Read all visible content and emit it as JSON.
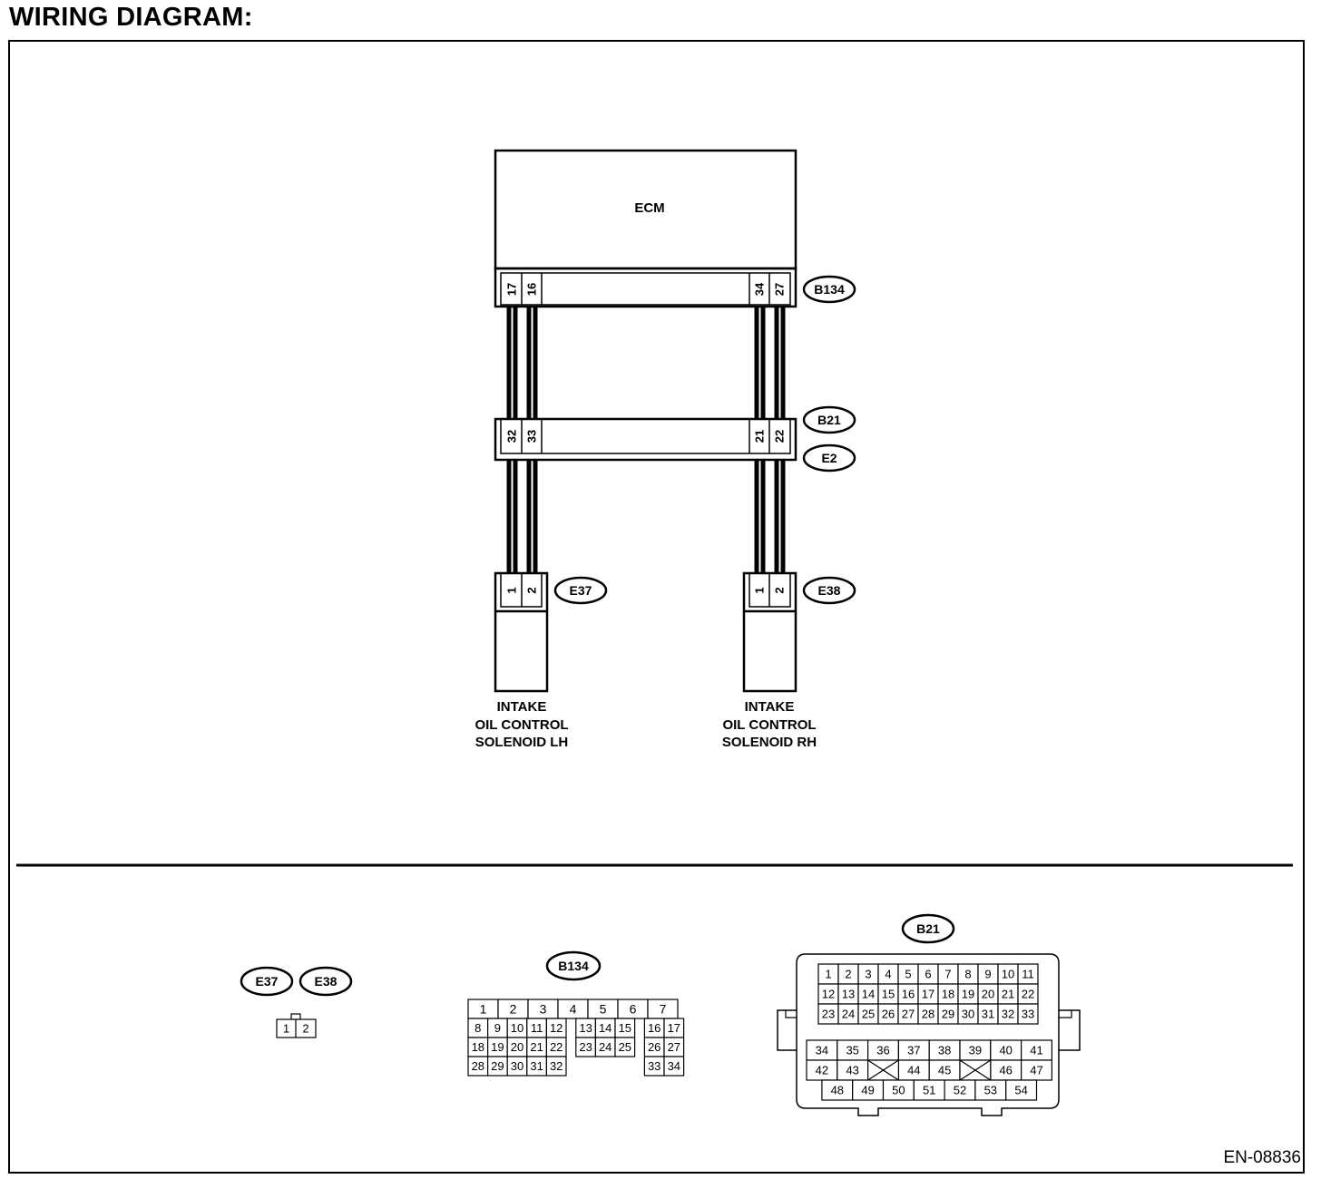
{
  "title": "WIRING DIAGRAM:",
  "doc_code": "EN-08836",
  "ecm": {
    "label": "ECM",
    "connector": "B134",
    "pins": [
      "17",
      "16",
      "34",
      "27"
    ]
  },
  "intermediate": {
    "connector_upper": "B21",
    "connector_lower": "E2",
    "pins": [
      "32",
      "33",
      "21",
      "22"
    ]
  },
  "solenoid_lh": {
    "connector": "E37",
    "pins": [
      "1",
      "2"
    ],
    "label_lines": [
      "INTAKE",
      "OIL CONTROL",
      "SOLENOID LH"
    ]
  },
  "solenoid_rh": {
    "connector": "E38",
    "pins": [
      "1",
      "2"
    ],
    "label_lines": [
      "INTAKE",
      "OIL CONTROL",
      "SOLENOID RH"
    ]
  },
  "connector_views": {
    "e37_e38": {
      "labels": [
        "E37",
        "E38"
      ],
      "pins": [
        "1",
        "2"
      ]
    },
    "b134": {
      "label": "B134",
      "row1": [
        "1",
        "2",
        "3",
        "4",
        "5",
        "6",
        "7"
      ],
      "row2": [
        "8",
        "9",
        "10",
        "11",
        "12",
        "13",
        "14",
        "15",
        "16",
        "17"
      ],
      "row3": [
        "18",
        "19",
        "20",
        "21",
        "22",
        "23",
        "24",
        "25",
        "26",
        "27"
      ],
      "row4": [
        "28",
        "29",
        "30",
        "31",
        "32",
        "33",
        "34"
      ]
    },
    "b21": {
      "label": "B21",
      "upper_rows": [
        [
          "1",
          "2",
          "3",
          "4",
          "5",
          "6",
          "7",
          "8",
          "9",
          "10",
          "11"
        ],
        [
          "12",
          "13",
          "14",
          "15",
          "16",
          "17",
          "18",
          "19",
          "20",
          "21",
          "22"
        ],
        [
          "23",
          "24",
          "25",
          "26",
          "27",
          "28",
          "29",
          "30",
          "31",
          "32",
          "33"
        ]
      ],
      "lower_row1": [
        "34",
        "35",
        "36",
        "37",
        "38",
        "39",
        "40",
        "41"
      ],
      "lower_row2": [
        "42",
        "43",
        "44",
        "45",
        "46",
        "47"
      ],
      "lower_row3": [
        "48",
        "49",
        "50",
        "51",
        "52",
        "53",
        "54"
      ]
    }
  }
}
